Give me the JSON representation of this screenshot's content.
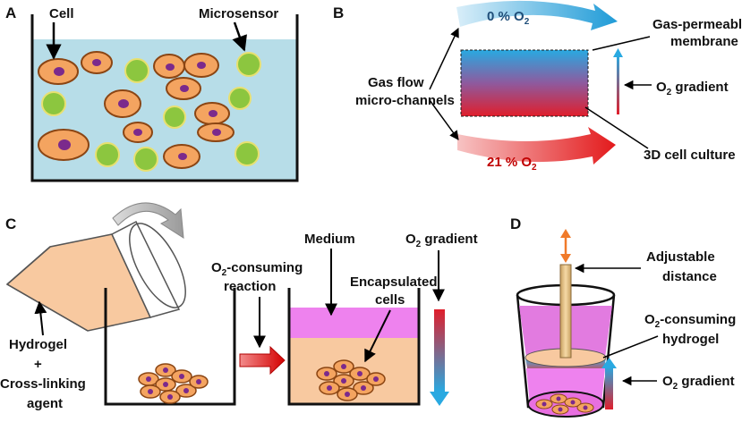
{
  "panels": {
    "a": {
      "letter": "A",
      "cell_label": "Cell",
      "sensor_label": "Microsensor"
    },
    "b": {
      "letter": "B",
      "top_pct": "0 % O",
      "top_sub": "2",
      "bottom_pct": "21 % O",
      "bottom_sub": "2",
      "membrane_line1": "Gas-permeable",
      "membrane_line2": "membrane",
      "gradient_prefix": "O",
      "gradient_sub": "2",
      "gradient_suffix": " gradient",
      "channels_line1": "Gas flow",
      "channels_line2": "micro-channels",
      "culture_label": "3D cell culture"
    },
    "c": {
      "letter": "C",
      "hydrogel": "Hydrogel",
      "plus": "+",
      "crosslink_line1": "Cross-linking",
      "crosslink_line2": "agent",
      "reaction_prefix": "O",
      "reaction_sub": "2",
      "reaction_suffix": "-consuming",
      "reaction_line2": "reaction",
      "medium": "Medium",
      "encaps_line1": "Encapsulated",
      "encaps_line2": "cells",
      "gradient_prefix": "O",
      "gradient_sub": "2",
      "gradient_suffix": " gradient"
    },
    "d": {
      "letter": "D",
      "adjust_line1": "Adjustable",
      "adjust_line2": "distance",
      "hydrogel_prefix": "O",
      "hydrogel_sub": "2",
      "hydrogel_suffix": "-consuming",
      "hydrogel_line2": "hydrogel",
      "gradient_prefix": "O",
      "gradient_sub": "2",
      "gradient_suffix": " gradient"
    }
  },
  "colors": {
    "medium_blue": "#b7dde8",
    "cell_fill": "#f4a460",
    "cell_stroke": "#8b4513",
    "nucleus": "#7b2a8c",
    "sensor_fill": "#8cc63f",
    "sensor_stroke": "#f0e68c",
    "hydrogel": "#f8c9a0",
    "magenta": "#ee82ee",
    "arrow_red": "#e31a1c",
    "arrow_blue": "#1f9bd7",
    "arrow_orange": "#f07a2a",
    "text_blue": "#1f4e79",
    "text_red": "#c00000"
  }
}
